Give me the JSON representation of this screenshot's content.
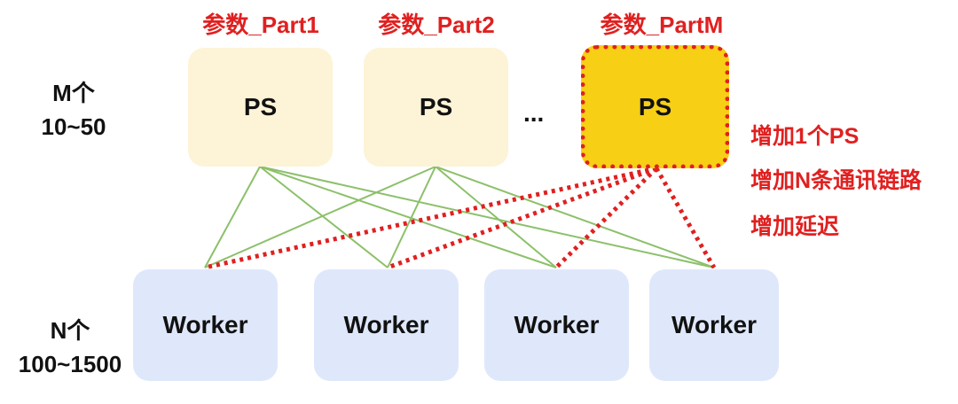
{
  "servers": {
    "count_label": "M个",
    "range_label": "10~50",
    "items": [
      {
        "part_label": "参数_Part1",
        "box_label": "PS",
        "highlighted": false
      },
      {
        "part_label": "参数_Part2",
        "box_label": "PS",
        "highlighted": false
      },
      {
        "part_label": "参数_PartM",
        "box_label": "PS",
        "highlighted": true
      }
    ],
    "ellipsis": "..."
  },
  "workers": {
    "count_label": "N个",
    "range_label": "100~1500",
    "items": [
      {
        "box_label": "Worker"
      },
      {
        "box_label": "Worker"
      },
      {
        "box_label": "Worker"
      },
      {
        "box_label": "Worker"
      }
    ]
  },
  "notes": [
    "增加1个PS",
    "增加N条通讯链路",
    "增加延迟"
  ],
  "colors": {
    "ps_fill": "#fdf3d6",
    "ps_highlight_fill": "#f7cf14",
    "worker_fill": "#dfe8fb",
    "existing_link": "#8cc06a",
    "new_link": "#e02020",
    "accent_text": "#e02020"
  }
}
